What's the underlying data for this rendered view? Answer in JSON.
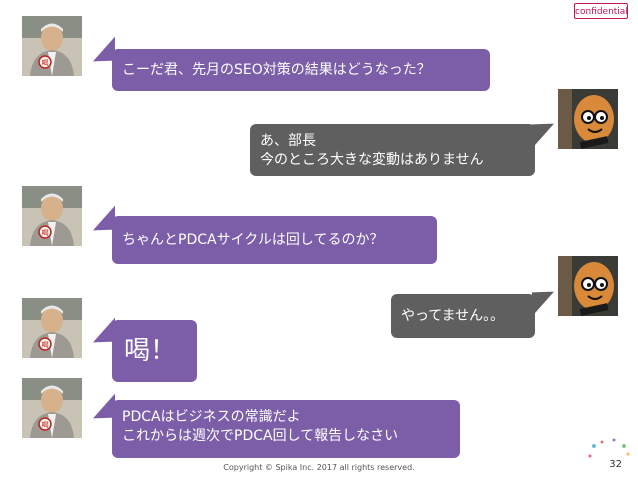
{
  "badge": "confidential",
  "messages": [
    {
      "speaker": "boss",
      "text": "こーだ君、先月のSEO対策の結果はどうなった？"
    },
    {
      "speaker": "subordinate",
      "text": "あ、部長\n今のところ大きな変動はありません"
    },
    {
      "speaker": "boss",
      "text": "ちゃんとPDCAサイクルは回してるのか？"
    },
    {
      "speaker": "subordinate",
      "text": "やってません。。"
    },
    {
      "speaker": "boss",
      "text": "喝！"
    },
    {
      "speaker": "boss",
      "text": "PDCAはビジネスの常識だよ\nこれからは週次でPDCA回して報告しなさい"
    }
  ],
  "footer": "Copyright © Spika Inc. 2017 all rights reserved.",
  "page_number": "32",
  "colors": {
    "boss_bubble": "#7b5ea7",
    "subordinate_bubble": "#5f5f5f",
    "badge": "#c2185b"
  },
  "avatar_icons": {
    "boss": "elderly-man-avatar-icon",
    "subordinate": "cartoon-character-avatar-icon"
  }
}
